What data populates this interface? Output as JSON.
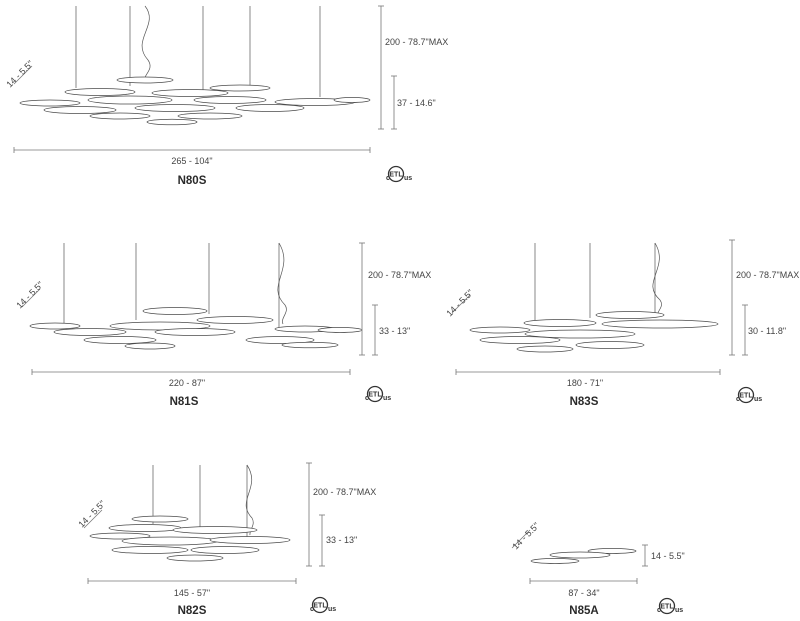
{
  "lamps": [
    {
      "model": "N80S",
      "width_label": "265 - 104\"",
      "height_max_label": "200 - 78.7\"MAX",
      "height_label": "37 - 14.6\"",
      "leaf_label": "14 - 5.5\"",
      "cert": "ETL"
    },
    {
      "model": "N81S",
      "width_label": "220 - 87\"",
      "height_max_label": "200 - 78.7\"MAX",
      "height_label": "33 - 13\"",
      "leaf_label": "14 - 5.5\"",
      "cert": "ETL"
    },
    {
      "model": "N83S",
      "width_label": "180 - 71\"",
      "height_max_label": "200 - 78.7\"MAX",
      "height_label": "30 - 11.8\"",
      "leaf_label": "14 - 5.5\"",
      "cert": "ETL"
    },
    {
      "model": "N82S",
      "width_label": "145 - 57\"",
      "height_max_label": "200 - 78.7\"MAX",
      "height_label": "33 - 13\"",
      "leaf_label": "14 - 5.5\"",
      "cert": "ETL"
    },
    {
      "model": "N85A",
      "width_label": "87 - 34\"",
      "height_label": "14 - 5.5\"",
      "leaf_label": "14 - 5.5\"",
      "cert": "ETL"
    }
  ]
}
